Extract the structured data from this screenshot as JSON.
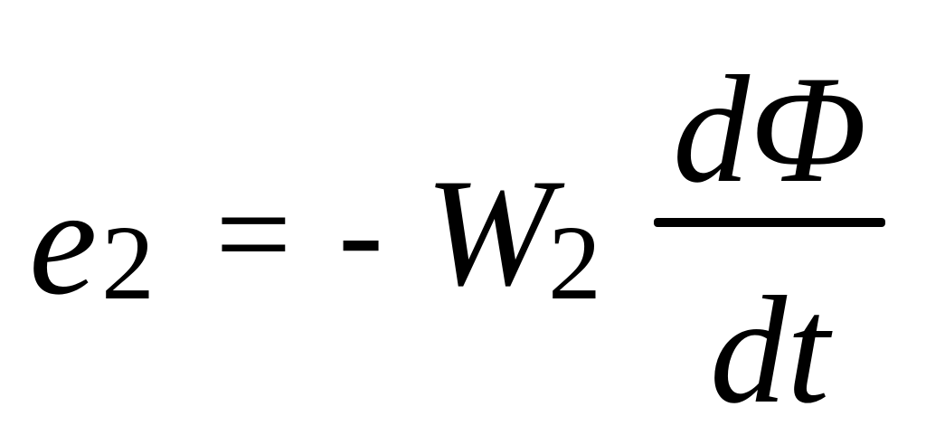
{
  "formula": {
    "lhs_variable": "e",
    "lhs_subscript": "2",
    "equals": "=",
    "minus": "-",
    "coefficient_variable": "W",
    "coefficient_subscript": "2",
    "numerator": "dΦ",
    "denominator": "dt"
  }
}
